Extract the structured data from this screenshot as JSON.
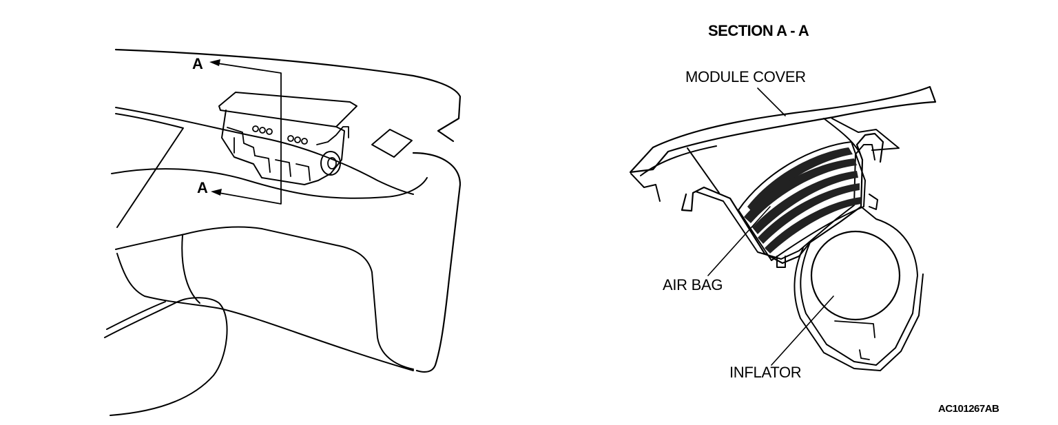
{
  "left_view": {
    "cut_label_top": "A",
    "cut_label_bottom": "A"
  },
  "section_view": {
    "title": "SECTION A - A",
    "labels": {
      "module_cover": "MODULE COVER",
      "air_bag": "AIR BAG",
      "inflator": "INFLATOR"
    }
  },
  "reference_code": "AC101267AB",
  "colors": {
    "line": "#000000",
    "background": "#ffffff"
  }
}
